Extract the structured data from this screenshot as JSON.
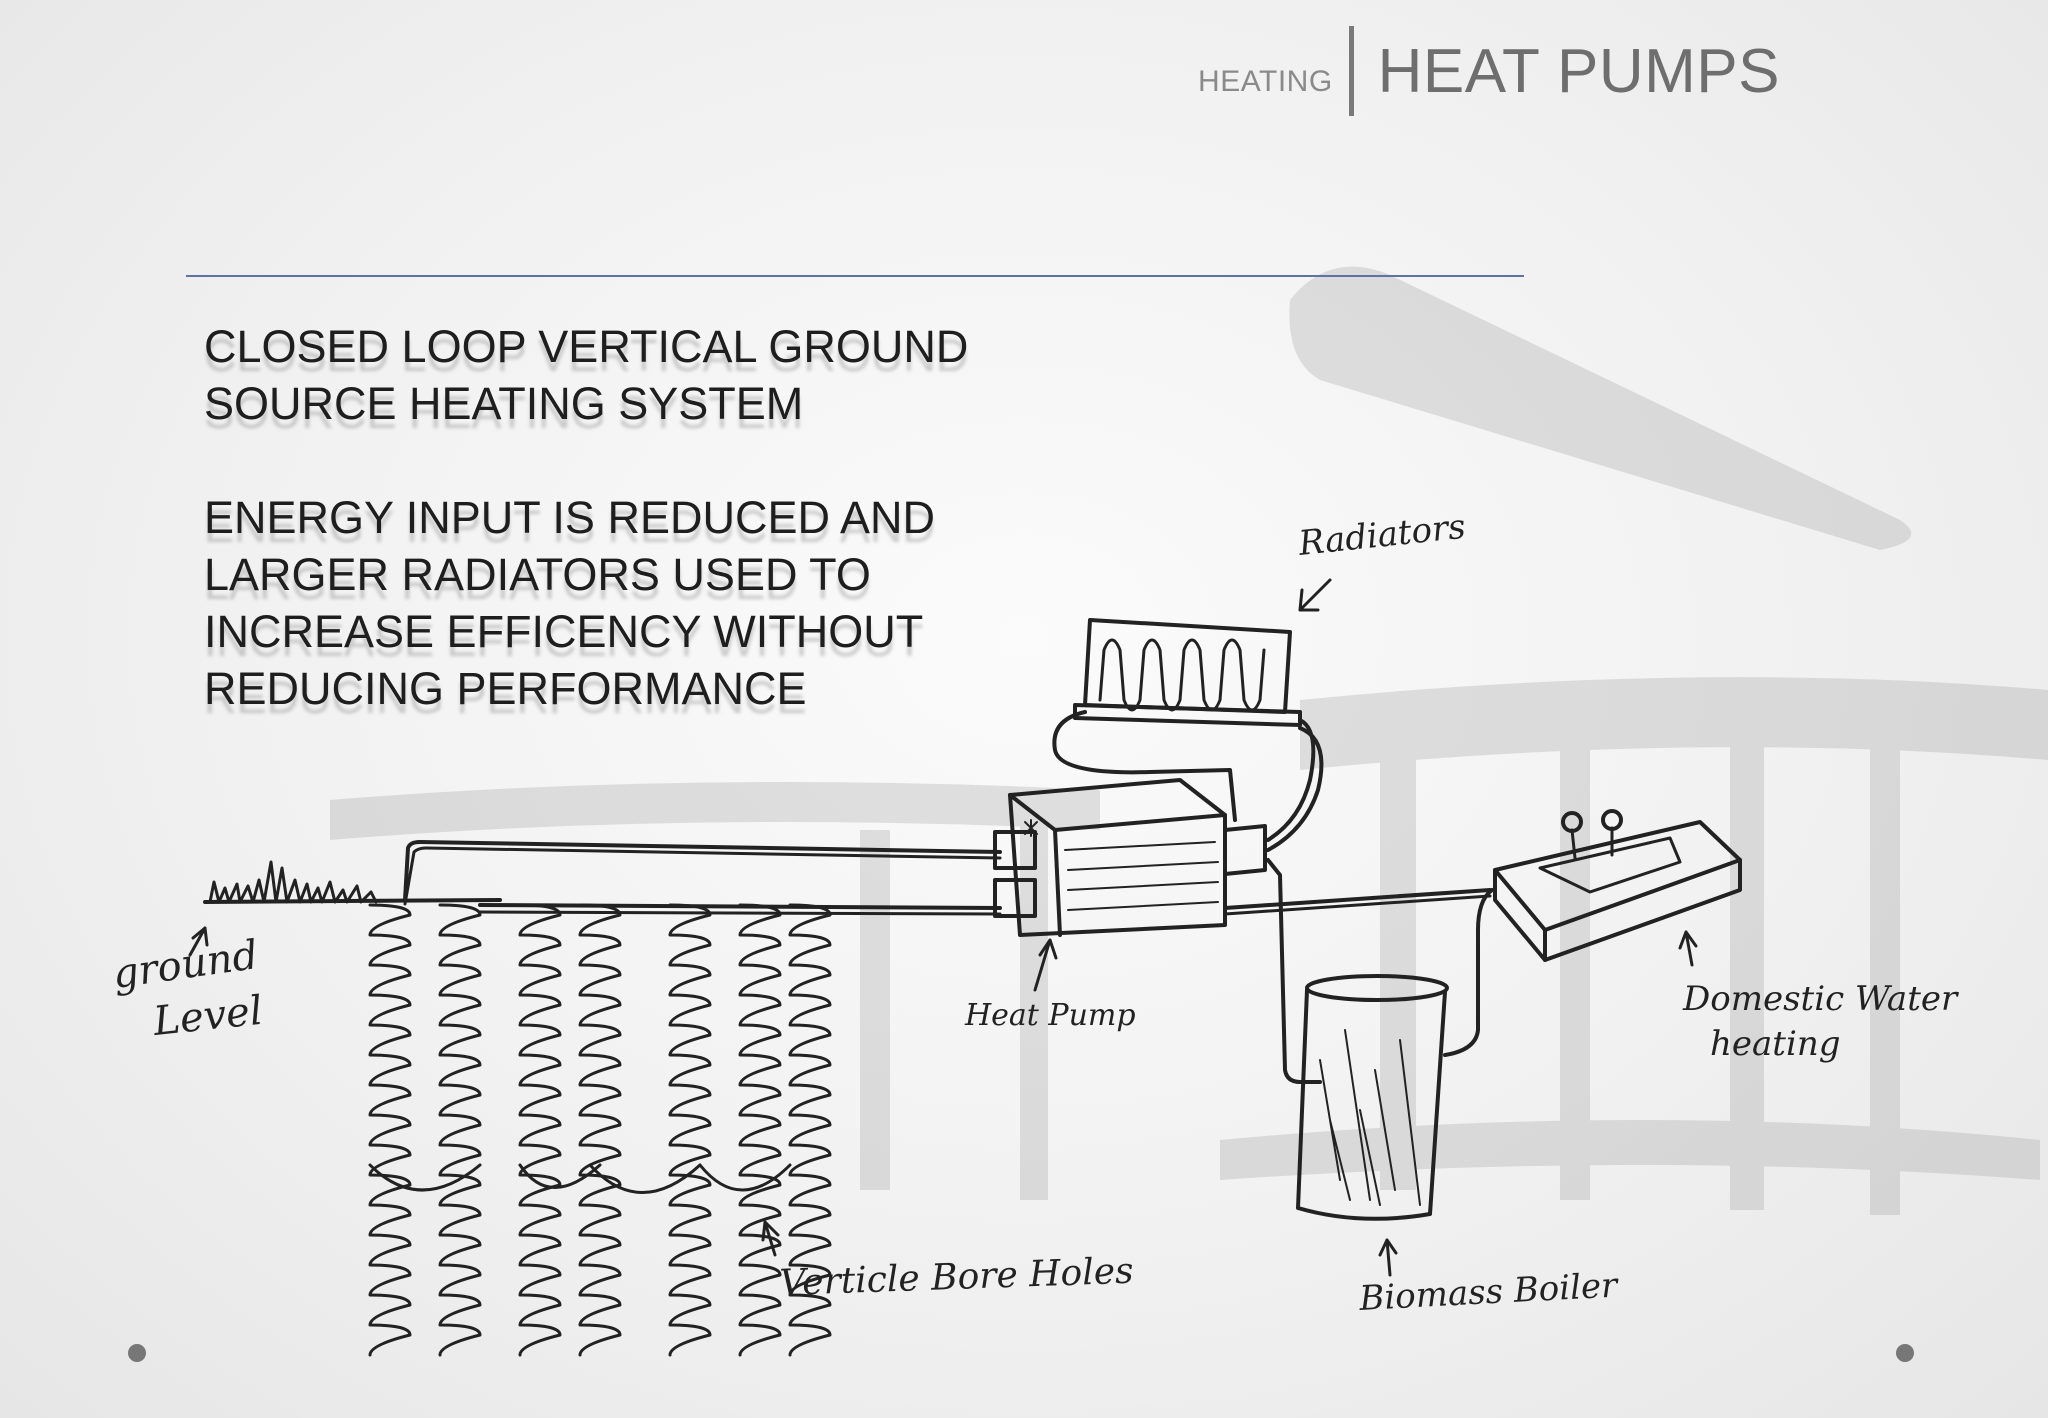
{
  "header": {
    "section_label": "HEATING",
    "title": "HEAT PUMPS"
  },
  "body": {
    "paragraph_1": [
      "CLOSED LOOP VERTICAL GROUND",
      "SOURCE HEATING SYSTEM"
    ],
    "paragraph_2": [
      "ENERGY INPUT IS REDUCED AND",
      "LARGER RADIATORS USED TO",
      "INCREASE EFFICENCY WITHOUT",
      "REDUCING PERFORMANCE"
    ]
  },
  "diagram_labels": {
    "radiators": "Radiators",
    "ground_level_1": "ground",
    "ground_level_2": "Level",
    "heat_pump": "Heat Pump",
    "bore_holes": "Verticle Bore Holes",
    "biomass_boiler": "Biomass Boiler",
    "domestic_water_1": "Domestic Water",
    "domestic_water_2": "heating"
  },
  "colors": {
    "rule": "#5b73a8",
    "ink": "#222222",
    "title": "#6e6e6e"
  }
}
